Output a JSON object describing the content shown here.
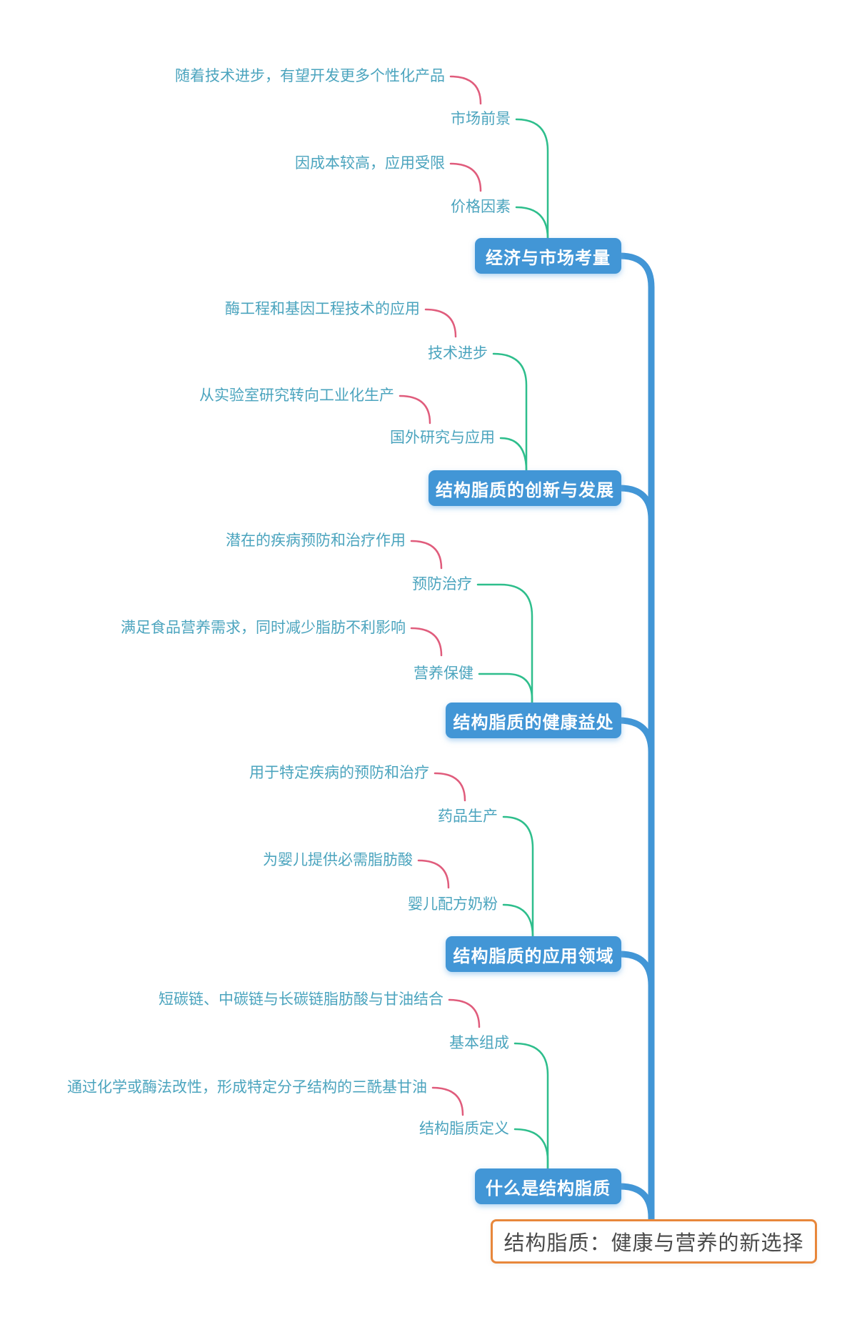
{
  "title": "结构脂质：健康与营养的新选择",
  "colors": {
    "node_blue": "#4296D6",
    "branch_green": "#2EBE8C",
    "leaf_pink": "#E05C7C",
    "text_teal": "#4BA4BE",
    "root_border_orange": "#E8873B",
    "root_text_gray": "#4A4A4A",
    "node_text": "#FFFFFF",
    "background": "#FFFFFF"
  },
  "root": {
    "label": "结构脂质：健康与营养的新选择"
  },
  "branches": [
    {
      "label": "经济与市场考量",
      "subtopics": [
        {
          "label": "市场前景",
          "note": "随着技术进步，有望开发更多个性化产品"
        },
        {
          "label": "价格因素",
          "note": "因成本较高，应用受限"
        }
      ]
    },
    {
      "label": "结构脂质的创新与发展",
      "subtopics": [
        {
          "label": "技术进步",
          "note": "酶工程和基因工程技术的应用"
        },
        {
          "label": "国外研究与应用",
          "note": "从实验室研究转向工业化生产"
        }
      ]
    },
    {
      "label": "结构脂质的健康益处",
      "subtopics": [
        {
          "label": "预防治疗",
          "note": "潜在的疾病预防和治疗作用"
        },
        {
          "label": "营养保健",
          "note": "满足食品营养需求，同时减少脂肪不利影响"
        }
      ]
    },
    {
      "label": "结构脂质的应用领域",
      "subtopics": [
        {
          "label": "药品生产",
          "note": "用于特定疾病的预防和治疗"
        },
        {
          "label": "婴儿配方奶粉",
          "note": "为婴儿提供必需脂肪酸"
        }
      ]
    },
    {
      "label": "什么是结构脂质",
      "subtopics": [
        {
          "label": "基本组成",
          "note": "短碳链、中碳链与长碳链脂肪酸与甘油结合"
        },
        {
          "label": "结构脂质定义",
          "note": "通过化学或酶法改性，形成特定分子结构的三酰基甘油"
        }
      ]
    }
  ]
}
